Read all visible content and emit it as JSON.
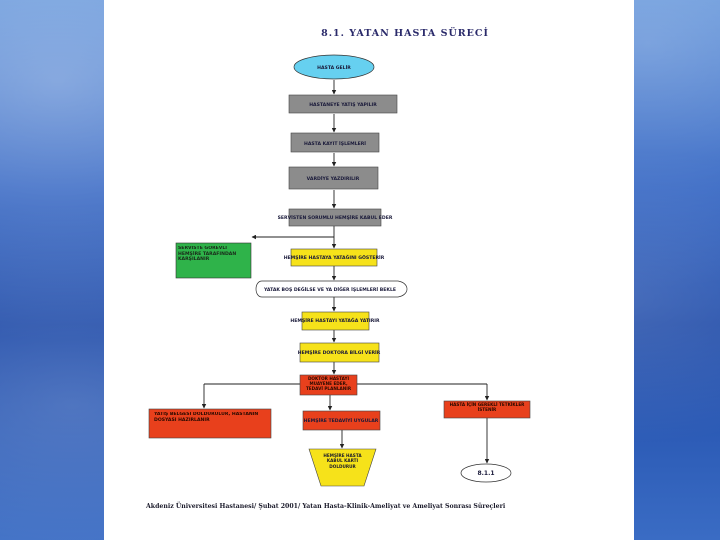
{
  "title": "8.1. YATAN HASTA SÜRECİ",
  "nodes": {
    "start": "HASTA GELİR",
    "step1": "HASTANEYE YATIŞ YAPILIR",
    "step2": "HASTA KAYIT İŞLEMLERİ",
    "step3": "VARDİYE YAZDIRILIR",
    "step4": "SERVİSTEN SORUMLU HEMŞİRE KABUL EDER",
    "left_green": "SERVİSTE GÖREVLİ HEMŞİRE TARAFINDAN KARŞILANIR",
    "yellow1": "HEMŞİRE HASTAYA YATAĞINI GÖSTERİR",
    "decision": "YATAK BOŞ DEĞİLSE VE YA DİĞER İŞLEMLERİ BEKLE",
    "yellow2": "HEMŞİRE HASTAYI YATAĞA YATIRIR",
    "yellow3": "HEMŞİRE DOKTORA BİLGİ VERİR",
    "red_center": "DOKTOR HASTAYI MUAYENE EDER, TEDAVİ PLANLANIR",
    "red_left": "YATIŞ BELGESİ DOLDURULUR, HASTANIN DOSYASI HAZIRLANIR",
    "red_mid": "HEMŞİRE TEDAVİYİ UYGULAR",
    "red_right": "HASTA İÇİN GEREKLİ TETKİKLER İSTENİR",
    "trapezoid": "HEMŞİRE HASTA KABUL KARTI DOLDURUR",
    "end": "8.1.1"
  },
  "footer": "Akdeniz Üniversitesi Hastanesi/ Şubat 2001/   Yatan Hasta-Klinik-Ameliyat ve Ameliyat Sonrası Süreçleri",
  "colors": {
    "start": "#66d0f0",
    "gray": "#8c8c8c",
    "green": "#2fb34a",
    "yellow": "#f6e21a",
    "red": "#e8401c",
    "line": "#222222"
  }
}
